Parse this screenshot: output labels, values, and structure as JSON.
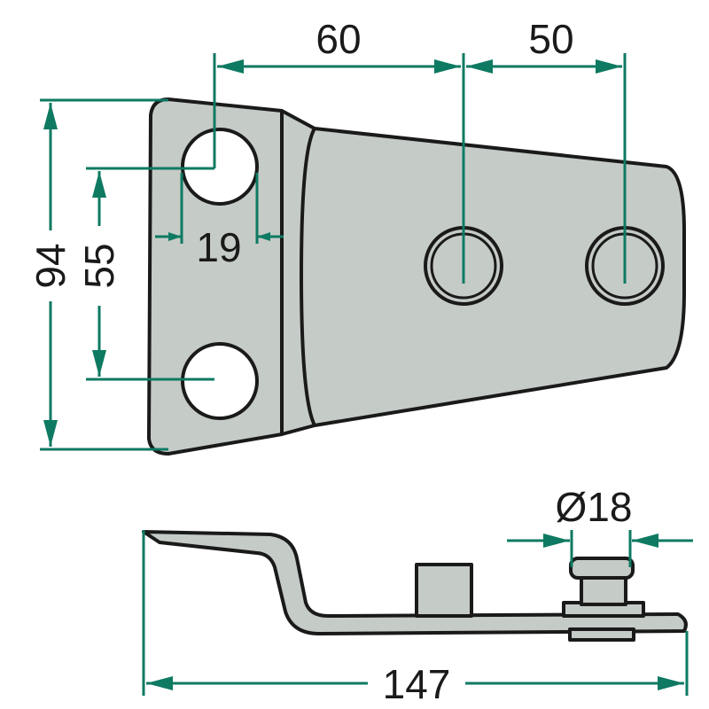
{
  "title": "Bracket technical drawing",
  "colors": {
    "dimension": "#0e7a62",
    "part_fill": "#c5cbc6",
    "outline": "#1a1a1a"
  },
  "dimensions": {
    "hole_spacing_1": "60",
    "hole_spacing_2": "50",
    "hole_diameter_top": "19",
    "total_height": "94",
    "hole_vertical_spacing": "55",
    "pin_diameter": "Ø18",
    "total_length": "147"
  }
}
